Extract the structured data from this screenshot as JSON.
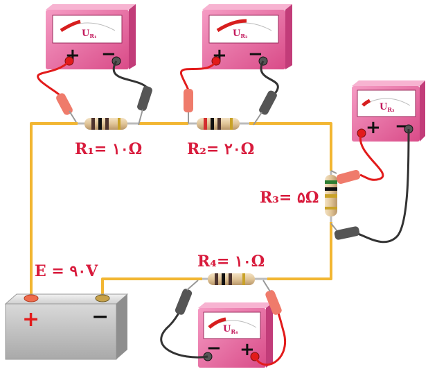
{
  "circuit": {
    "resistors": [
      {
        "id": "R1",
        "label": "R₁= ۱۰Ω"
      },
      {
        "id": "R2",
        "label": "R₂= ۲۰Ω"
      },
      {
        "id": "R3",
        "label": "R₃= ۵Ω"
      },
      {
        "id": "R4",
        "label": "R₄= ۱۰Ω"
      }
    ],
    "voltmeters": [
      {
        "id": "V1",
        "label": "U",
        "subscript": "R₁",
        "plus": "+",
        "minus": "−"
      },
      {
        "id": "V2",
        "label": "U",
        "subscript": "R₂",
        "plus": "+",
        "minus": "−"
      },
      {
        "id": "V3",
        "label": "U",
        "subscript": "R₃",
        "plus": "+",
        "minus": "−"
      },
      {
        "id": "V4",
        "label": "U",
        "subscript": "R₄",
        "plus": "+",
        "minus": "−"
      }
    ],
    "battery": {
      "label": "E = ۹۰V",
      "plus": "+",
      "minus": "−"
    }
  },
  "colors": {
    "wire": "#f2b632",
    "meter_body": "#e8609a",
    "red_lead": "#e21b1b",
    "black_lead": "#333333",
    "label": "#d81b3c"
  }
}
